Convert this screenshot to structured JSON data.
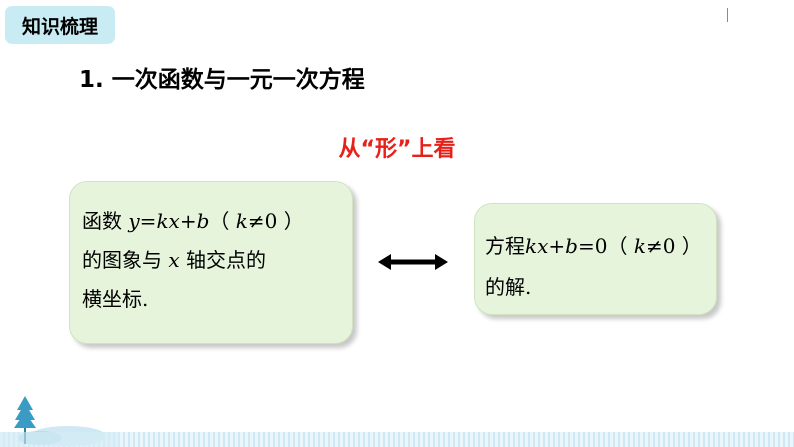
{
  "header": {
    "tag_label": "知识梳理"
  },
  "section": {
    "heading": "1. 一次函数与一元一次方程",
    "subtitle": "从“形”上看"
  },
  "left_box": {
    "line1": {
      "prefix": "函数 ",
      "var_y": "y",
      "eq": "=",
      "var_k": "kx",
      "plus": "+",
      "var_b": "b",
      "cond_open": "（ ",
      "cond_k": "k",
      "cond_rest": "≠0 ）"
    },
    "line2": {
      "prefix": "的图象与 ",
      "var_x": "x",
      "suffix": " 轴交点的"
    },
    "line3": "横坐标."
  },
  "right_box": {
    "line1": {
      "prefix": "方程",
      "var_kx": "kx",
      "plus": "+",
      "var_b": "b",
      "eq": "=0（ ",
      "cond_k": "k",
      "cond_rest": "≠0 ）"
    },
    "line2": "的解."
  },
  "arrow": {
    "icon": "double-arrow-icon"
  }
}
